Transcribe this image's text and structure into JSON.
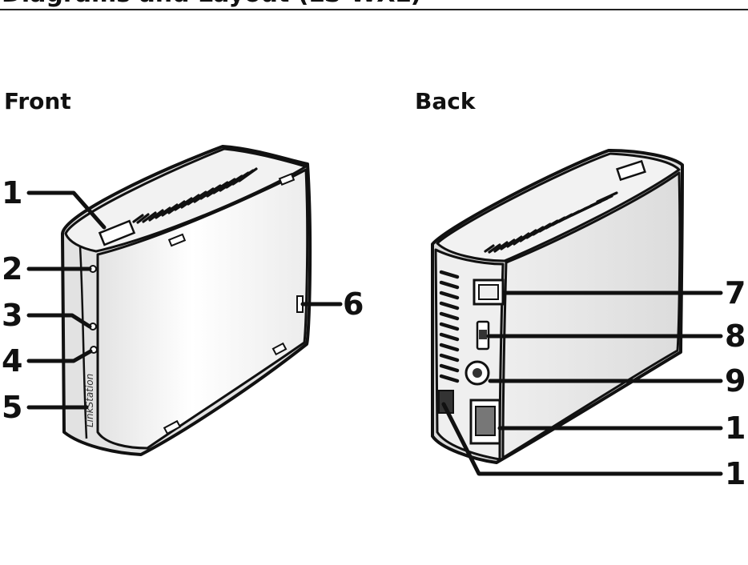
{
  "header": {
    "title": "Diagrams and Layout (LS-WXL)"
  },
  "front": {
    "label": "Front",
    "brand": "LinkStation",
    "callouts": [
      "1",
      "2",
      "3",
      "4",
      "5",
      "6"
    ]
  },
  "back": {
    "label": "Back",
    "callouts": [
      "7",
      "8",
      "9",
      "1",
      "1"
    ]
  },
  "colors": {
    "line": "#111111",
    "body_fill": "#e6e6e6",
    "panel_fill": "#f8f8f8"
  }
}
